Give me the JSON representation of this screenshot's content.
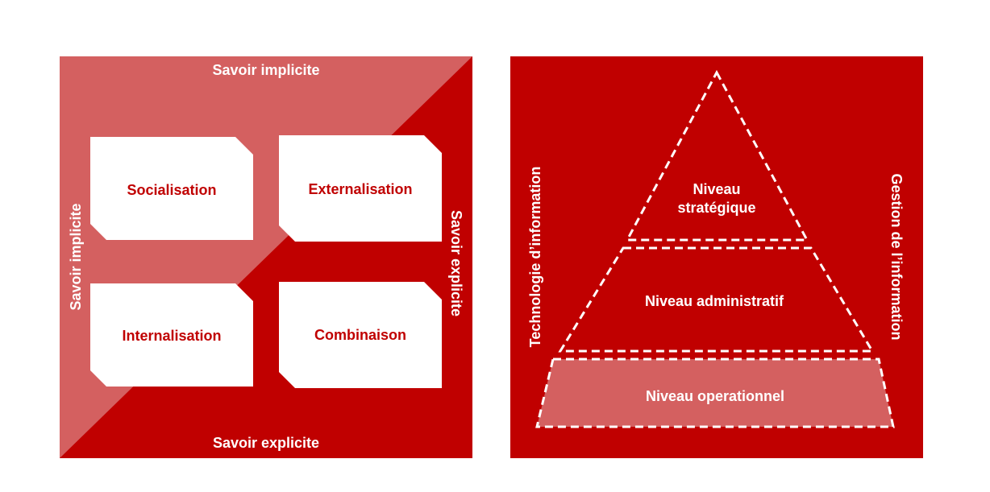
{
  "seci_model": {
    "top_label": "Savoir implicite",
    "bottom_label": "Savoir explicite",
    "left_label": "Savoir implicite",
    "right_label": "Savoir explicite",
    "quadrants": {
      "top_left": "Socialisation",
      "top_right": "Externalisation",
      "bottom_left": "Internalisation",
      "bottom_right": "Combinaison"
    }
  },
  "pyramid": {
    "left_label": "Technologie d’information",
    "right_label": "Gestion de l’information",
    "levels": {
      "top_line1": "Niveau",
      "top_line2": "stratégique",
      "middle": "Niveau administratif",
      "bottom": "Niveau operationnel"
    }
  },
  "colors": {
    "dark_red": "#c00000",
    "light_red": "#d46060",
    "white": "#ffffff"
  }
}
